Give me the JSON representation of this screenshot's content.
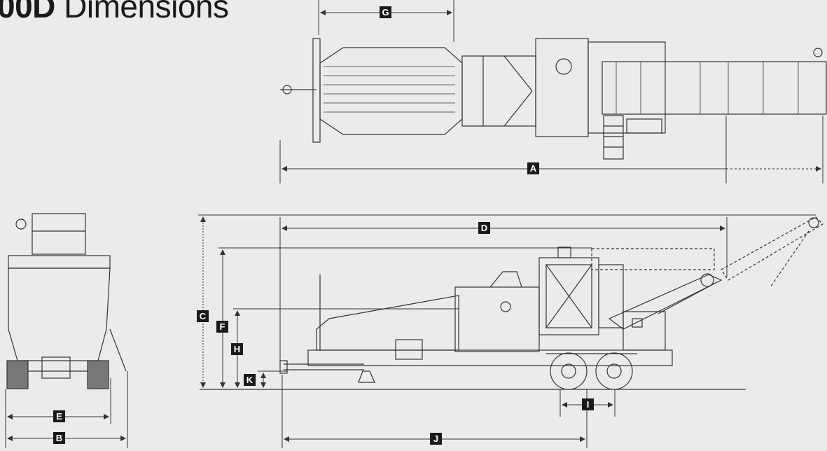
{
  "title": {
    "model_partial": "00D",
    "rest": " Dimensions"
  },
  "dimension_labels": {
    "A": "A",
    "B": "B",
    "C": "C",
    "D": "D",
    "E": "E",
    "F": "F",
    "G": "G",
    "H": "H",
    "I": "I",
    "J": "J",
    "K": "K"
  },
  "colors": {
    "background": "#ebebeb",
    "line": "#333333",
    "label_bg": "#1a1a1a",
    "label_text": "#ffffff"
  }
}
